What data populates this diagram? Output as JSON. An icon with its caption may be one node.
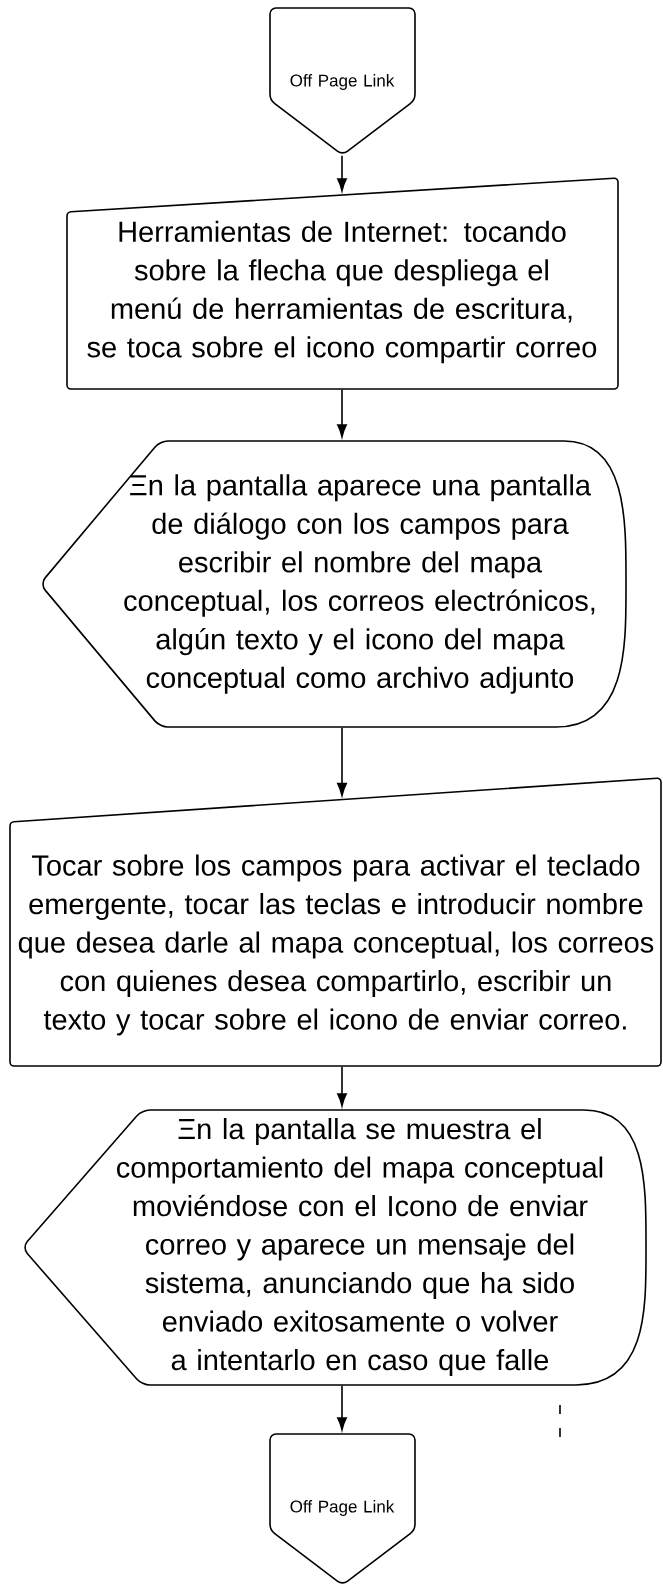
{
  "diagram": {
    "nodes": [
      {
        "text": [
          "Off Page Link"
        ]
      },
      {
        "text": [
          "Herramientas de Internet: tocando sobre la flecha que despliega el menú de herramientas de escritura, se toca sobre el icono compartir correo"
        ]
      },
      {
        "text": [
          "Ξn la pantalla aparece una pantalla de diálogo con los campos para escribir el nombre del mapa conceptual, los correos electrónicos, algún texto y el icono del mapa conceptual como archivo adjunto"
        ]
      },
      {
        "text": [
          "Tocar sobre los campos para activar el teclado emergente, tocar las teclas e introducir nombre que desea darle al mapa conceptual, los correos con quienes desea compartirlo, escribir un texto y tocar sobre el icono de enviar correo."
        ]
      },
      {
        "text": [
          "Ξn la pantalla se muestra el comportamiento del mapa conceptual moviéndose con el Icono de enviar correo y aparece un mensaje del sistema, anunciando que ha sido enviado exitosamente o volver a intentarlo en caso que falle"
        ]
      },
      {
        "text": [
          "Off Page Link"
        ]
      }
    ],
    "edges": [
      {
        "from": 0,
        "to": 1,
        "arrow": "to"
      },
      {
        "from": 1,
        "to": 2,
        "arrow": "to"
      },
      {
        "from": 2,
        "to": 3,
        "arrow": "to"
      },
      {
        "from": 3,
        "to": 4,
        "arrow": "to"
      },
      {
        "from": 4,
        "to": 5,
        "arrow": "to"
      }
    ]
  }
}
